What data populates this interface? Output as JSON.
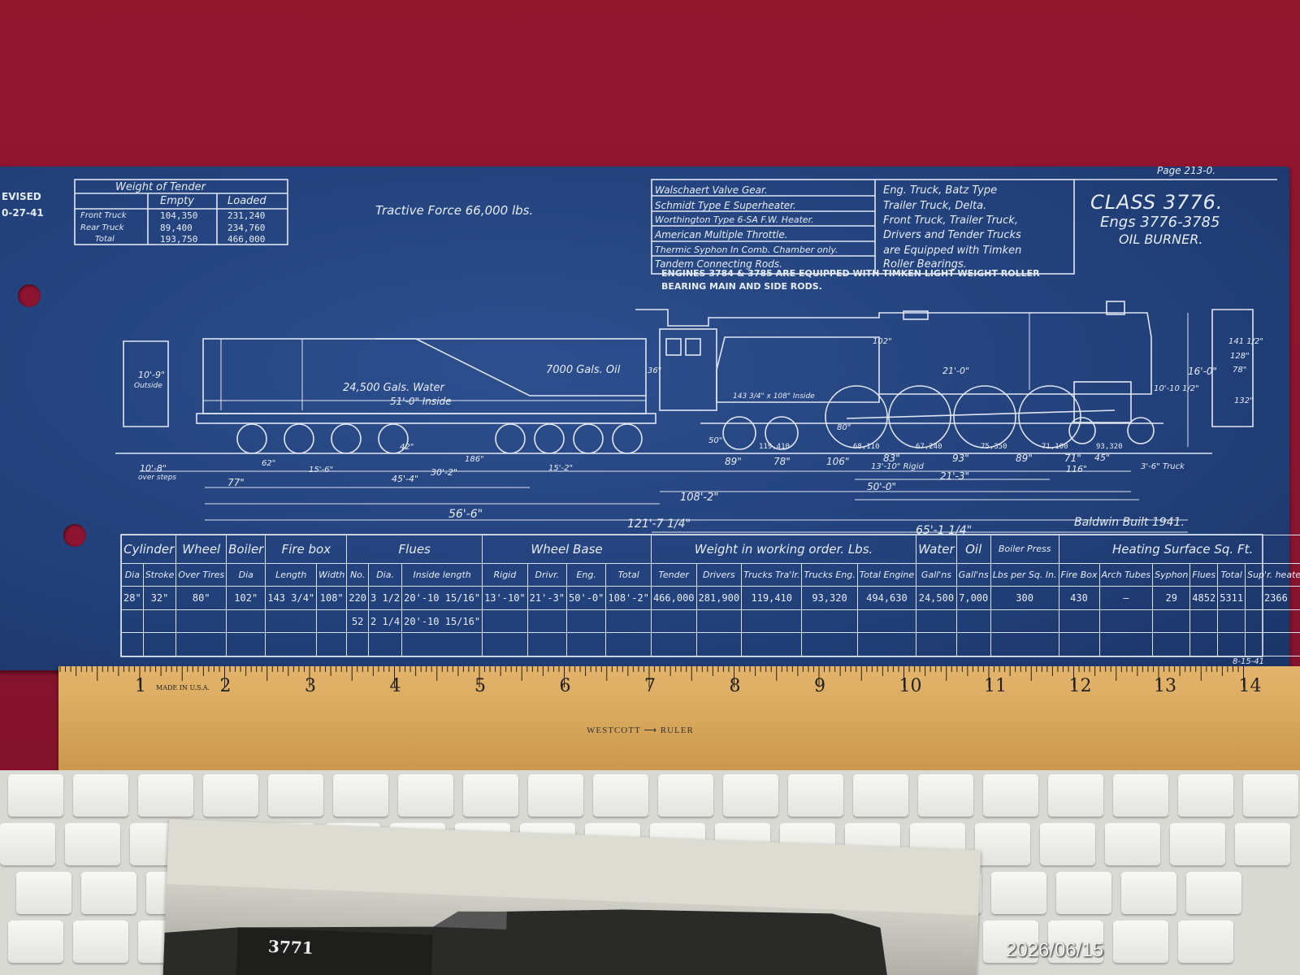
{
  "blueprint": {
    "revised": "EVISED",
    "revised_date": "0-27-41",
    "page": "Page 213-0.",
    "tender_weight": {
      "title": "Weight of Tender",
      "col_empty": "Empty",
      "col_loaded": "Loaded",
      "rows": [
        {
          "label": "Front Truck",
          "empty": "104,350",
          "loaded": "231,240"
        },
        {
          "label": "Rear Truck",
          "empty": "89,400",
          "loaded": "234,760"
        },
        {
          "label": "Total",
          "empty": "193,750",
          "loaded": "466,000"
        }
      ]
    },
    "tractive_force": "Tractive Force 66,000 lbs.",
    "equipment_left": [
      "Walschaert Valve Gear.",
      "Schmidt Type E Superheater.",
      "Worthington Type 6-SA F.W. Heater.",
      "American Multiple Throttle.",
      "Thermic Syphon In Comb. Chamber only.",
      "Tandem Connecting Rods."
    ],
    "equipment_right": [
      "Eng. Truck, Batz Type",
      "Trailer Truck, Delta.",
      "Front Truck, Trailer Truck,",
      "Drivers and Tender Trucks",
      "are Equipped with Timken",
      "Roller Bearings."
    ],
    "class_title": "CLASS 3776.",
    "engines": "Engs 3776-3785",
    "fuel": "OIL BURNER.",
    "note_line1": "ENGINES 3784 & 3785 ARE EQUIPPED WITH TIMKEN LIGHT WEIGHT ROLLER",
    "note_line2": "BEARING MAIN AND SIDE RODS.",
    "tender_water": "24,500 Gals. Water",
    "tender_oil": "7000 Gals. Oil",
    "tender_inside": "51'-0\" Inside",
    "dims": {
      "d1": "10'-9\"",
      "d1b": "Outside",
      "d2": "10'-8\"",
      "d2b": "over steps",
      "d3": "77\"",
      "d4": "45'-4\"",
      "d5": "30'-2\"",
      "d6": "56'-6\"",
      "d7": "121'-7 1/4\"",
      "d8": "108'-2\"",
      "d9": "65'-1 1/4\"",
      "d10": "50'-0\"",
      "d11": "21'-3\"",
      "d12": "13'-10\" Rigid",
      "d13": "89\"",
      "d14": "78\"",
      "d15": "106\"",
      "d16": "83\"",
      "d17": "93\"",
      "d18": "89\"",
      "d19": "71\"",
      "d20": "116\"",
      "d21": "45\"",
      "d22": "3'-6\" Truck",
      "d23": "21'-0\"",
      "d24": "16'-0\"",
      "d25": "10'-10 1/2\"",
      "d26": "186\"",
      "d27": "62\"",
      "d28": "15'-6\"",
      "d29": "15'-2\"",
      "d30": "143 3/4\" x 108\" Inside",
      "w1": "119,410",
      "w2": "68,110",
      "w3": "67,240",
      "w4": "75,350",
      "w5": "71,100",
      "w6": "93,320",
      "d31": "42\"",
      "d32": "50\"",
      "d33": "80\"",
      "d34": "36\"",
      "d35": "102\"",
      "d36": "141 1/2\"",
      "d37": "128\"",
      "d38": "78\"",
      "d39": "132\""
    },
    "builder": "Baldwin Built 1941.",
    "bottom_date": "8-15-41",
    "specs": {
      "groups": [
        "Cylinder",
        "Wheel",
        "Boiler",
        "Fire box",
        "Flues",
        "Wheel Base",
        "Weight in working order. Lbs.",
        "Water",
        "Oil",
        "Boiler Press",
        "Heating Surface Sq. Ft."
      ],
      "sub": [
        "Dia",
        "Stroke",
        "Over Tires",
        "Dia",
        "Length",
        "Width",
        "No.",
        "Dia.",
        "Inside length",
        "Rigid",
        "Drivr.",
        "Eng.",
        "Total",
        "Tender",
        "Drivers",
        "Trucks Tra'lr.",
        "Trucks Eng.",
        "Total Engine",
        "Gall'ns",
        "Gall'ns",
        "Lbs per Sq. In.",
        "Fire Box",
        "Arch Tubes",
        "Syphon",
        "Flues",
        "Total",
        "Sup'r. heater"
      ],
      "row1": [
        "28\"",
        "32\"",
        "80\"",
        "102\"",
        "143 3/4\"",
        "108\"",
        "220",
        "3 1/2",
        "20'-10 15/16\"",
        "13'-10\"",
        "21'-3\"",
        "50'-0\"",
        "108'-2\"",
        "466,000",
        "281,900",
        "119,410",
        "93,320",
        "494,630",
        "24,500",
        "7,000",
        "300",
        "430",
        "—",
        "29",
        "4852",
        "5311",
        "2366"
      ],
      "row2": [
        "",
        "",
        "",
        "",
        "",
        "",
        "52",
        "2 1/4",
        "20'-10 15/16\"",
        "",
        "",
        "",
        "",
        "",
        "",
        "",
        "",
        "",
        "",
        "",
        "",
        "",
        "",
        "",
        "",
        "",
        ""
      ]
    }
  },
  "ruler": {
    "numbers": [
      "1",
      "2",
      "3",
      "4",
      "5",
      "6",
      "7",
      "8",
      "9",
      "10",
      "11",
      "12",
      "13",
      "14"
    ],
    "brand": "WESTCOTT ⟶ RULER",
    "maker": "MADE IN U.S.A."
  },
  "photo": {
    "locomotive_number": "3771"
  },
  "timestamp": "2026/06/15",
  "colors": {
    "blueprint": "#22407a",
    "background": "#8e1330",
    "ruler": "#d8a85d"
  }
}
